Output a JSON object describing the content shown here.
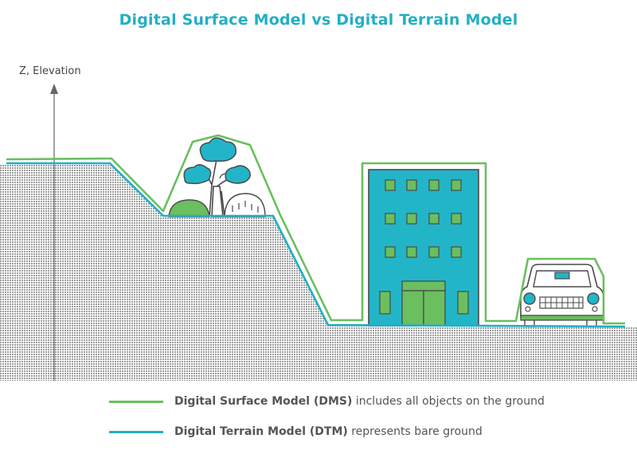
{
  "title": "Digital Surface Model vs Digital Terrain Model",
  "y_axis_label": "Z, Elevation",
  "colors": {
    "dsm": "#6abf5e",
    "dtm": "#22afc4",
    "ground": "#a8a8a8",
    "building": "#22b5c8",
    "window": "#6abf5e",
    "outline": "#4a4a4a"
  },
  "legend": [
    {
      "name": "Digital Surface Model (DMS)",
      "description": " includes all objects on the ground",
      "color_key": "dsm"
    },
    {
      "name": "Digital Terrain Model (DTM)",
      "description": " represents bare ground",
      "color_key": "dtm"
    }
  ]
}
